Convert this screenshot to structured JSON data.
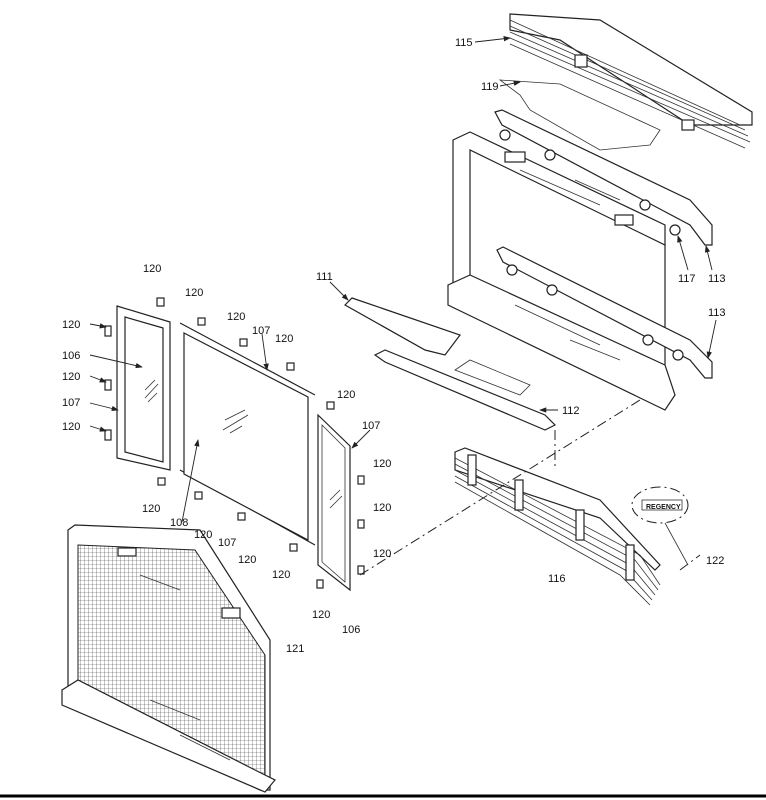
{
  "title": "Exploded parts diagram",
  "logo_text": "REGENCY",
  "labels": [
    "115",
    "119",
    "117",
    "113",
    "113",
    "111",
    "112",
    "120",
    "120",
    "120",
    "107",
    "120",
    "120",
    "106",
    "120",
    "107",
    "120",
    "120",
    "107",
    "120",
    "120",
    "120",
    "120",
    "108",
    "120",
    "107",
    "120",
    "120",
    "120",
    "106",
    "121",
    "116",
    "122"
  ]
}
